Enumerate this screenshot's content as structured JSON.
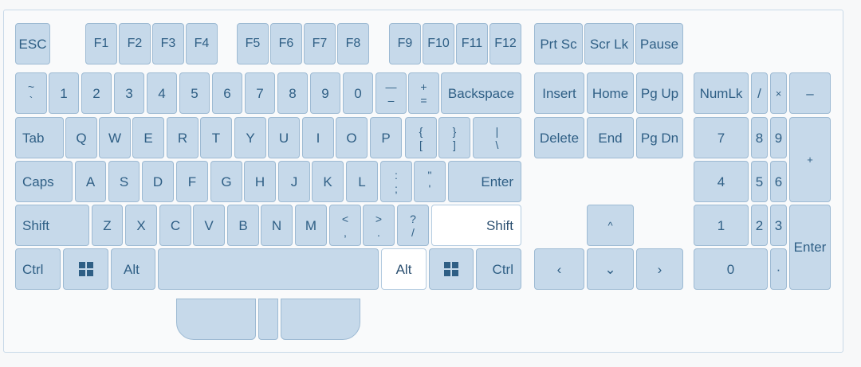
{
  "keyboard": {
    "function_row": {
      "esc": "ESC",
      "f1": "F1",
      "f2": "F2",
      "f3": "F3",
      "f4": "F4",
      "f5": "F5",
      "f6": "F6",
      "f7": "F7",
      "f8": "F8",
      "f9": "F9",
      "f10": "F10",
      "f11": "F11",
      "f12": "F12",
      "prtsc": "Prt Sc",
      "scrlk": "Scr Lk",
      "pause": "Pause"
    },
    "number_row": {
      "backtick_shift": "~",
      "backtick": "`",
      "k1": "1",
      "k2": "2",
      "k3": "3",
      "k4": "4",
      "k5": "5",
      "k6": "6",
      "k7": "7",
      "k8": "8",
      "k9": "9",
      "k0": "0",
      "minus_shift": "—",
      "minus": "–",
      "equal_shift": "+",
      "equal": "=",
      "backspace": "Backspace"
    },
    "top_row": {
      "tab": "Tab",
      "q": "Q",
      "w": "W",
      "e": "E",
      "r": "R",
      "t": "T",
      "y": "Y",
      "u": "U",
      "i": "I",
      "o": "O",
      "p": "P",
      "lbracket_shift": "{",
      "lbracket": "[",
      "rbracket_shift": "}",
      "rbracket": "]",
      "backslash_shift": "|",
      "backslash": "\\"
    },
    "home_row": {
      "caps": "Caps",
      "a": "A",
      "s": "S",
      "d": "D",
      "f": "F",
      "g": "G",
      "h": "H",
      "j": "J",
      "k": "K",
      "l": "L",
      "semicolon_shift": ":",
      "semicolon": ";",
      "quote_shift": "\"",
      "quote": "'",
      "enter": "Enter"
    },
    "bottom_row": {
      "shift_left": "Shift",
      "z": "Z",
      "x": "X",
      "c": "C",
      "v": "V",
      "b": "B",
      "n": "N",
      "m": "M",
      "comma_shift": "<",
      "comma": ",",
      "period_shift": ">",
      "period": ".",
      "slash_shift": "?",
      "slash": "/",
      "shift_right": "Shift"
    },
    "space_row": {
      "ctrl_left": "Ctrl",
      "alt_left": "Alt",
      "alt_right": "Alt",
      "ctrl_right": "Ctrl"
    },
    "nav_cluster": {
      "insert": "Insert",
      "home": "Home",
      "pgup": "Pg Up",
      "delete": "Delete",
      "end": "End",
      "pgdn": "Pg Dn",
      "up": "^",
      "left": "‹",
      "down": "⌄",
      "right": "›"
    },
    "numpad": {
      "numlk": "NumLk",
      "divide": "/",
      "multiply": "×",
      "subtract": "–",
      "n7": "7",
      "n8": "8",
      "n9": "9",
      "add": "+",
      "n4": "4",
      "n5": "5",
      "n6": "6",
      "n1": "1",
      "n2": "2",
      "n3": "3",
      "n0": "0",
      "decimal": "·",
      "enter": "Enter"
    },
    "pressed_keys": [
      "Shift (right)",
      "Alt (right)"
    ],
    "colors": {
      "key_fill": "#c6d9ea",
      "key_border": "#9dbad3",
      "key_text": "#2f5f85",
      "pressed_fill": "#ffffff",
      "frame_border": "#c8d9e8"
    },
    "icons": {
      "win_key": "windows-logo-icon"
    }
  }
}
